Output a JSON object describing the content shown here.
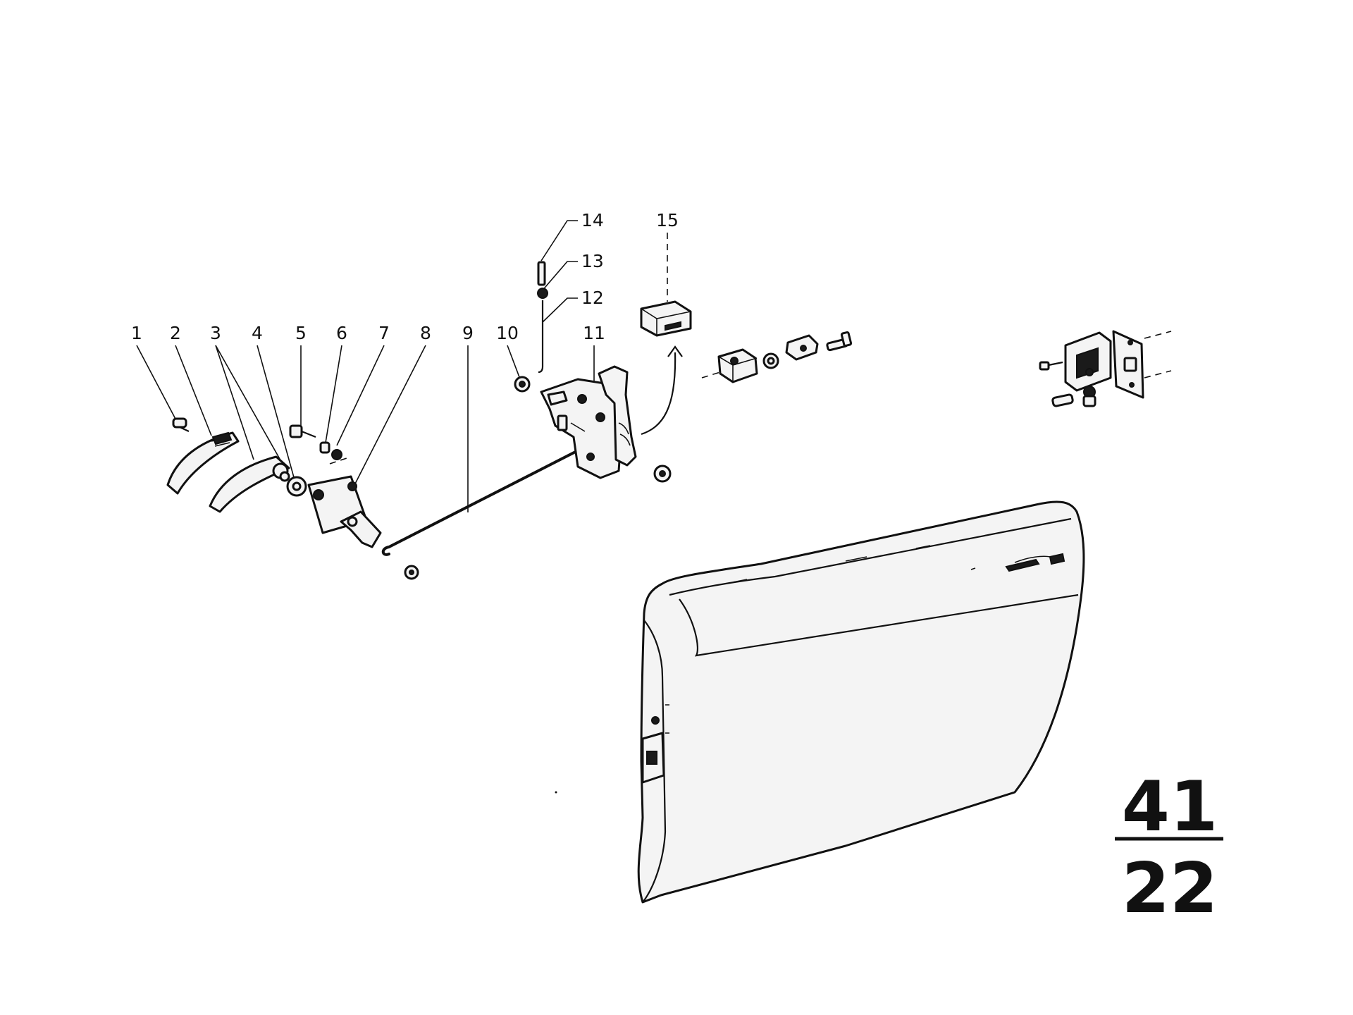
{
  "diagram": {
    "callouts": [
      {
        "id": "1",
        "label": "1"
      },
      {
        "id": "2",
        "label": "2"
      },
      {
        "id": "3",
        "label": "3"
      },
      {
        "id": "4",
        "label": "4"
      },
      {
        "id": "5",
        "label": "5"
      },
      {
        "id": "6",
        "label": "6"
      },
      {
        "id": "7",
        "label": "7"
      },
      {
        "id": "8",
        "label": "8"
      },
      {
        "id": "9",
        "label": "9"
      },
      {
        "id": "10",
        "label": "10"
      },
      {
        "id": "11",
        "label": "11"
      },
      {
        "id": "12",
        "label": "12"
      },
      {
        "id": "13",
        "label": "13"
      },
      {
        "id": "14",
        "label": "14"
      },
      {
        "id": "15",
        "label": "15"
      }
    ],
    "section": {
      "group": "41",
      "page": "22"
    }
  }
}
